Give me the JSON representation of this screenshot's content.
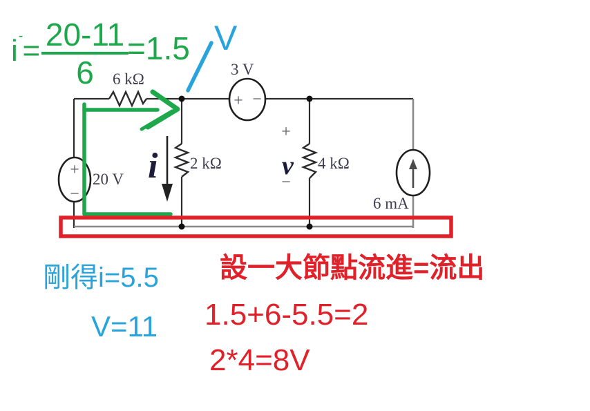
{
  "colors": {
    "annotation_green": "#1ea74b",
    "annotation_cyan": "#29a3dc",
    "annotation_red": "#e0212a",
    "wire_dark": "#2b2b2b",
    "wire_gray": "#8a8a8a",
    "circuit_label": "#3e3e50",
    "variable_navy": "#1c1c3a"
  },
  "formula": {
    "lhs": "i",
    "sup_mark": "-",
    "eq": "=",
    "numerator": "20-11",
    "denominator": "6",
    "result": "=1.5"
  },
  "node_label": "V",
  "circuit": {
    "top_resistor": "6 kΩ",
    "top_source": "3 V",
    "left_source": "20 V",
    "mid_resistor": "2 kΩ",
    "right_resistor": "4 kΩ",
    "current_source": "6 mA",
    "current_var": "i",
    "voltage_var": "v",
    "plus": "+",
    "minus": "−"
  },
  "notes": {
    "i_result": "剛得i=5.5",
    "v_result": "V=11",
    "kcl_title": "設一大節點流進=流出",
    "kcl_equation": "1.5+6-5.5=2",
    "voltage_calc": "2*4=8V"
  }
}
